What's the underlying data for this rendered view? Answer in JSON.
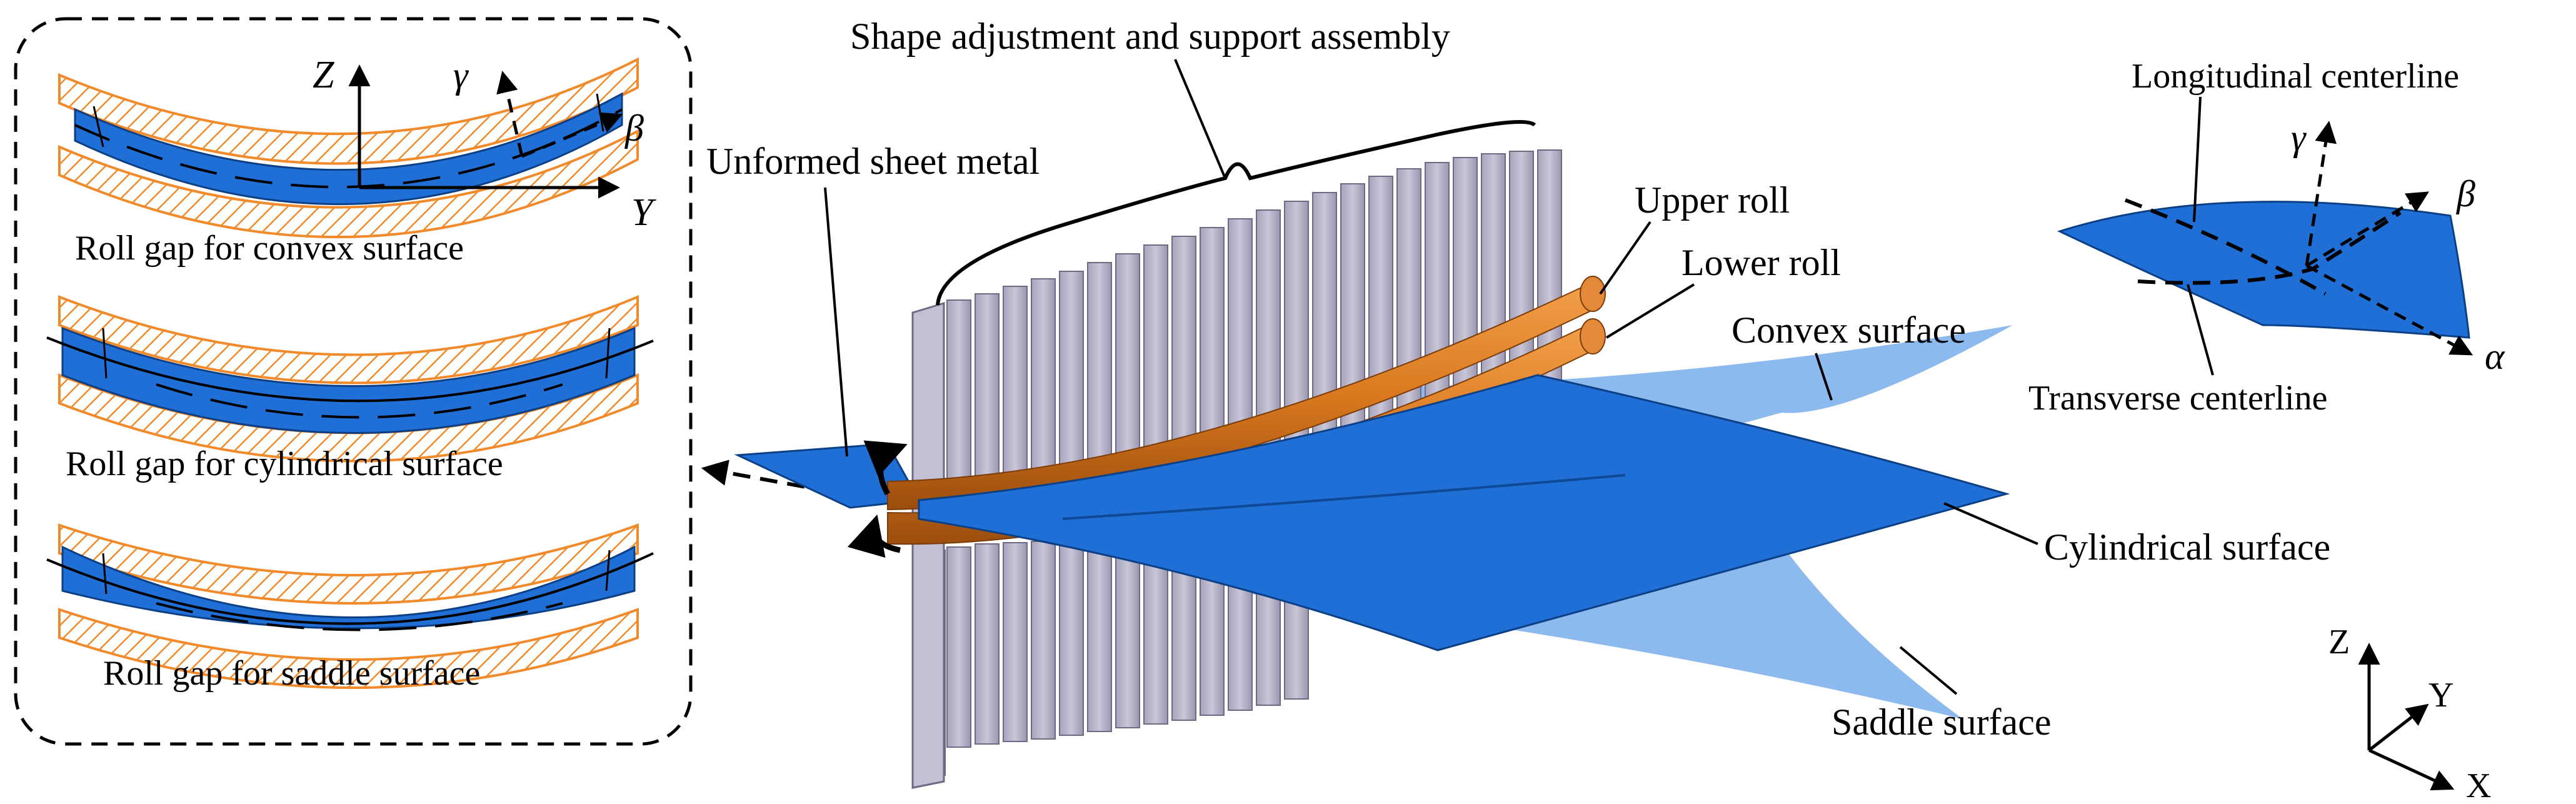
{
  "colors": {
    "sheet_blue": "#1f6fd6",
    "sheet_light": "#7fb3ec",
    "roll_orange": "#d9781e",
    "roll_hatch": "#f08a2a",
    "plate_grey": "#b9b6c9",
    "plate_dark": "#8e8aa3",
    "ink": "#000000"
  },
  "inset": {
    "convex_label": "Roll gap for convex surface",
    "cylindrical_label": "Roll gap for cylindrical surface",
    "saddle_label": "Roll gap for saddle surface",
    "axis_z": "Z",
    "axis_y": "Y",
    "axis_gamma": "γ",
    "axis_beta": "β"
  },
  "main": {
    "assembly_label": "Shape adjustment and support assembly",
    "unformed_label": "Unformed sheet metal",
    "upper_roll_label": "Upper roll",
    "lower_roll_label": "Lower roll",
    "convex_label": "Convex surface",
    "cylindrical_label": "Cylindrical surface",
    "saddle_label": "Saddle surface"
  },
  "surface_inset": {
    "longitudinal_label": "Longitudinal centerline",
    "transverse_label": "Transverse centerline",
    "axis_gamma": "γ",
    "axis_beta": "β",
    "axis_alpha": "α"
  },
  "axes_triad": {
    "z": "Z",
    "y": "Y",
    "x": "X"
  }
}
